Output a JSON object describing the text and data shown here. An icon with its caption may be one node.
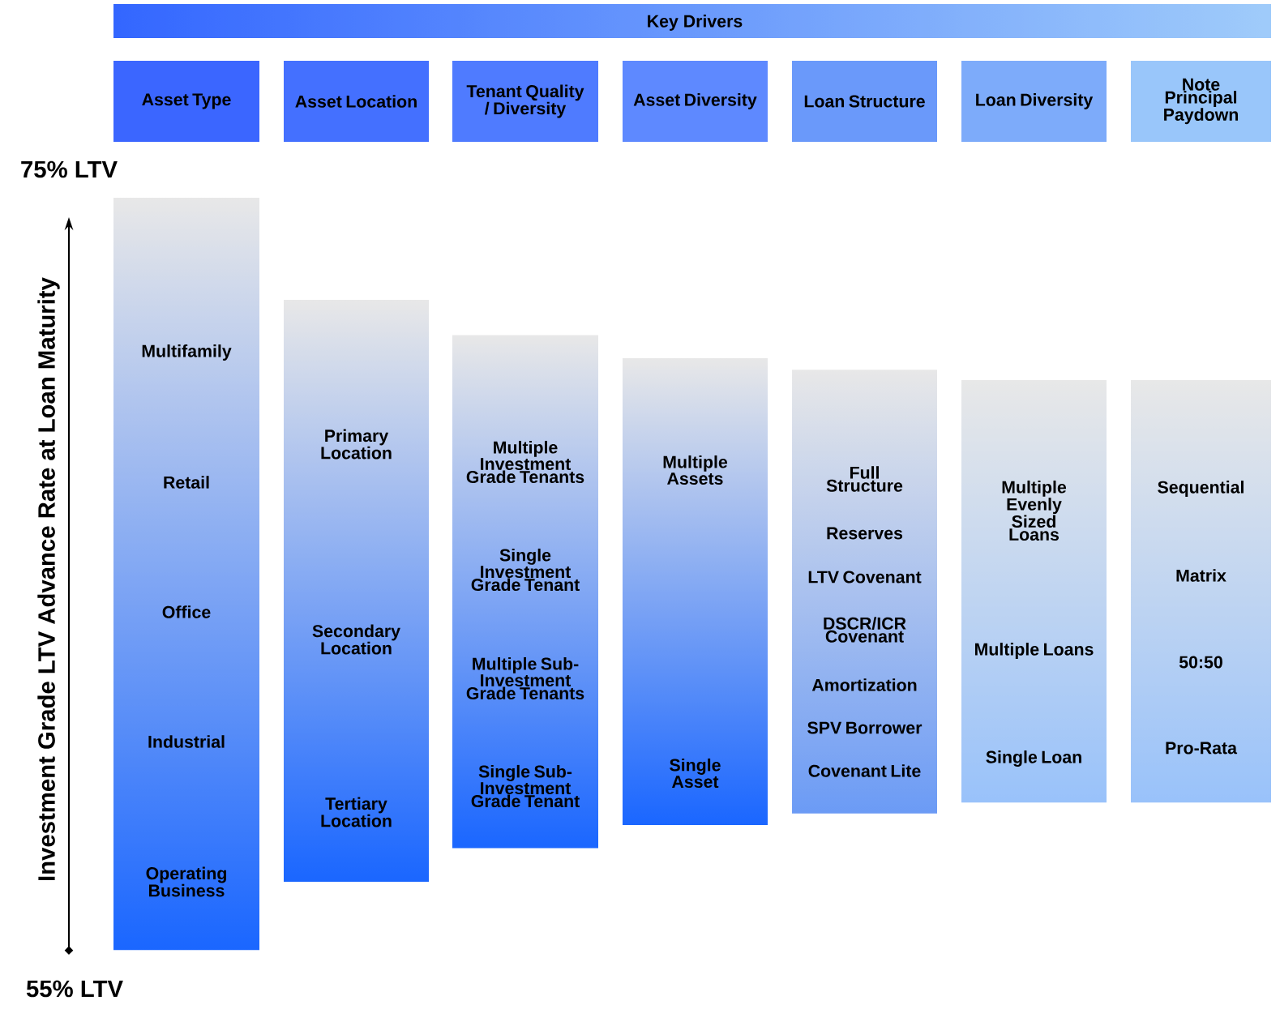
{
  "diagram": {
    "title": "Key Drivers",
    "nodes": [
      {
        "text": [
          "Asset Type"
        ]
      },
      {
        "text": [
          "Asset Location"
        ]
      },
      {
        "text": [
          "Tenant Quality / Diversity"
        ]
      },
      {
        "text": [
          "Asset Diversity"
        ]
      },
      {
        "text": [
          "Loan Structure"
        ]
      },
      {
        "text": [
          "Loan Diversity"
        ]
      },
      {
        "text": [
          "Note Principal Paydown"
        ]
      },
      {
        "text": [
          "Multifamily",
          "Retail",
          "Office",
          "Industrial",
          "Operating Business"
        ]
      },
      {
        "text": [
          "Primary Location",
          "Secondary Location",
          "Tertiary Location"
        ]
      },
      {
        "text": [
          "Multiple Investment Grade Tenants",
          "Single Investment Grade Tenant",
          "Multiple Sub-Investment Grade Tenants",
          "Single Sub-Investment Grade Tenant"
        ]
      },
      {
        "text": [
          "Multiple Assets",
          "Single Asset"
        ]
      },
      {
        "text": [
          "Full Structure",
          "Reserves",
          "LTV Covenant",
          "DSCR/ICR Covenant",
          "Amortization",
          "SPV Borrower",
          "Covenant Lite"
        ]
      },
      {
        "text": [
          "Multiple Evenly Sized Loans",
          "Multiple Loans",
          "Single Loan"
        ]
      },
      {
        "text": [
          "Sequential",
          "Matrix",
          "50:50",
          "Pro-Rata"
        ]
      }
    ],
    "edges": [],
    "labels": [
      "75% LTV",
      "Investment Grade LTV Advance Rate at Loan Maturity",
      "55% LTV"
    ]
  }
}
